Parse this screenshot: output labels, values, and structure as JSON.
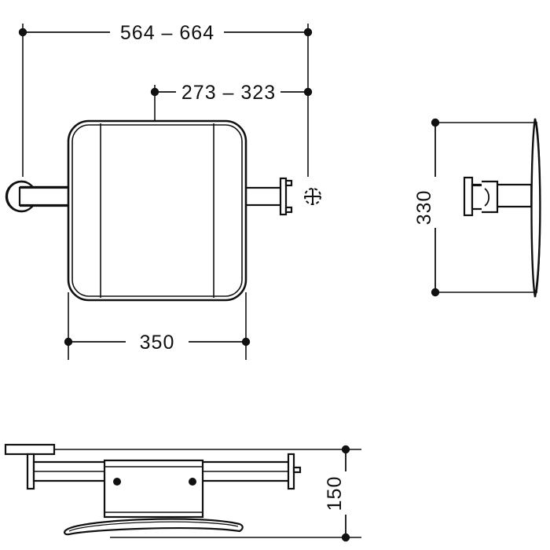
{
  "drawing": {
    "title": "Grab bar backrest technical dimension drawing",
    "line_color": "#111111",
    "background_color": "#ffffff",
    "units": "mm"
  },
  "dimensions": {
    "overall_width": "564 – 664",
    "offset_width": "273 – 323",
    "pad_width": "350",
    "pad_height": "330",
    "depth": "150"
  },
  "views": {
    "front": {
      "name": "front-view"
    },
    "side": {
      "name": "side-view"
    },
    "plan": {
      "name": "plan-view"
    }
  },
  "symbols": {
    "center_mark": "center-mark-crosshair"
  }
}
